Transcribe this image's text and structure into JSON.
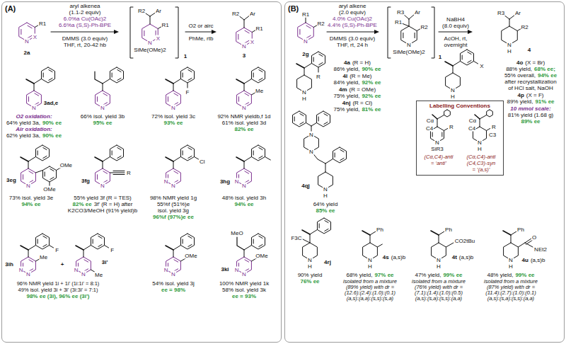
{
  "diagram": {
    "nodes": [
      {
        "text": [
          "(A)"
        ]
      },
      {
        "text": [
          "(B)"
        ]
      },
      {
        "text": [
          "Labelling Conventions"
        ],
        "in": 1
      }
    ],
    "labels": [
      "2a",
      "R1",
      "X",
      "N",
      "aryl alkenea",
      "(1.1-2 equiv)",
      "6.0%a Cu(OAc)2",
      "6.6%a (S,S)-Ph-BPE",
      "DMMS (3.0 equiv)",
      "THF, rt, 20-42 hb",
      "R2",
      "Ar",
      "R1",
      "X",
      "N",
      "SiMe(OMe)2",
      "1",
      "O2 or airc",
      "PhMe, rtb",
      "R2",
      "Ar",
      "R1",
      "X",
      "N",
      "3",
      "N",
      "3ad,e",
      "O2 oxidation:",
      "64% yield 3a,",
      "90% ee",
      "Air oxidation:",
      "62% yield 3a,",
      "90% ee",
      "N",
      "66% isol. yield 3b",
      "95% ee",
      "F",
      "N",
      "72% isol. yield 3c",
      "93% ee",
      "Me",
      "N",
      "92% NMR yieldb,f 1d",
      "61% isol. yield 3d",
      "82% ee",
      "N",
      "3eg",
      "OMe",
      "OMe",
      "73% isol. yield 3e",
      "94% ee",
      "N",
      "3fg",
      "R",
      "55% yield 3f (R = TES)",
      "82% ee",
      "3f' (R = H) after",
      "K2CO3/MeOH (91% yield)b",
      "Cl",
      "N",
      "N",
      "98% NMR yield 1g",
      "55%f (51%)e",
      "isol. yield 3g",
      "96%f (97%)e ee",
      "N",
      "N",
      "3hg",
      "48% isol. yield 3h",
      "94% ee",
      "F",
      "Me",
      "N",
      "N",
      "3ih",
      "+",
      "F",
      "Me",
      "N",
      "N",
      "3i'",
      "96% NMR yield 1i + 1i' (1i:1i' = 8:1)",
      "49% isol. yield 3i + 3i' (3i:3i' = 7:1)",
      "98% ee (3i), 96% ee (3i')",
      "OMe",
      "N",
      "N",
      "54% isol. yield 3j",
      "ee = 98%",
      "MeO",
      "OMe",
      "N",
      "N",
      "3ki",
      "100% NMR yield 1k",
      "58% isol. yield 3k",
      "ee = 93%",
      "R1",
      "R2",
      "N",
      "2g",
      "aryl alkene",
      "(2.0 equiv)",
      "4.0% Cu(OAc)2",
      "4.4% (S,S)-Ph-BPE",
      "DMMS (3.0 equiv)",
      "THF, rt, 24 h",
      "R1",
      "R3",
      "Ar",
      "R2",
      "N",
      "SiMe(OMe)2",
      "1",
      "NaBH4",
      "(8.0 equiv)",
      "AcOH, rt,",
      "overnight",
      "R3",
      "Ar",
      "R2",
      "N",
      "H",
      "4",
      "R",
      "N",
      "H",
      "4a",
      "(R = H)",
      "86% yield,",
      "90% ee",
      "4l",
      "(R = Me)",
      "84% yield,",
      "92% ee",
      "4m",
      "(R = OMe)",
      "75% yield,",
      "92% ee",
      "4nj",
      "(R = Cl)",
      "75% yield,",
      "81% ee",
      "X",
      "N",
      "H",
      "4o",
      "(X = Br)",
      "88% yield,",
      "68% ee;",
      "55% overall,",
      "94% ee",
      "after recrystallization",
      "of HCl salt, NaOH",
      "4p",
      "(X = F)",
      "89% yield,",
      "91% ee",
      "10 mmol scale:",
      "81% yield (1.68 g)",
      "89% ee",
      "Cα",
      "C4",
      "R",
      "N",
      "SiR3",
      "(Cα,C4)-anti",
      "= ‘anti’",
      "Cα",
      "C4",
      "C3",
      "R",
      "N",
      "H",
      "(Cα,C4)-anti",
      "(C4,C3)-syn",
      "= ‘(a,s)’",
      "N",
      "N",
      "N",
      "H",
      "4qj",
      "64% yield",
      "85% ee",
      "F3C",
      "N",
      "H",
      "4rj",
      "90% yield",
      "76% ee",
      "Ph",
      "N",
      "H",
      "4s",
      "(a,s)b",
      "68% yield,",
      "97% ee",
      "isolated from a mixture",
      "(89% yield) with dr =",
      "(12.6):(2.4):(1.0):(0.1)",
      "(a,s):(a,a):(s,s):(s,a)",
      "Ph",
      "CO2tBu",
      "N",
      "H",
      "4t",
      "(a,s)b",
      "47% yield,",
      "99% ee",
      "isolated from a mixture",
      "(76% yield) with dr =",
      "(7.1):(1.4):(1.0):(0.5)",
      "(a,s):(s,a):(s,s):(a,a)",
      "Ph",
      "O",
      "NEt2",
      "N",
      "H",
      "4u",
      "(a,s)b",
      "48% yield,",
      "99% ee",
      "isolated from a mixture",
      "(87% yield) with dr =",
      "(11.4):(2.7):(1.0):(0.1)",
      "(a,s):(s,a):(s,s):(a,a)"
    ]
  }
}
